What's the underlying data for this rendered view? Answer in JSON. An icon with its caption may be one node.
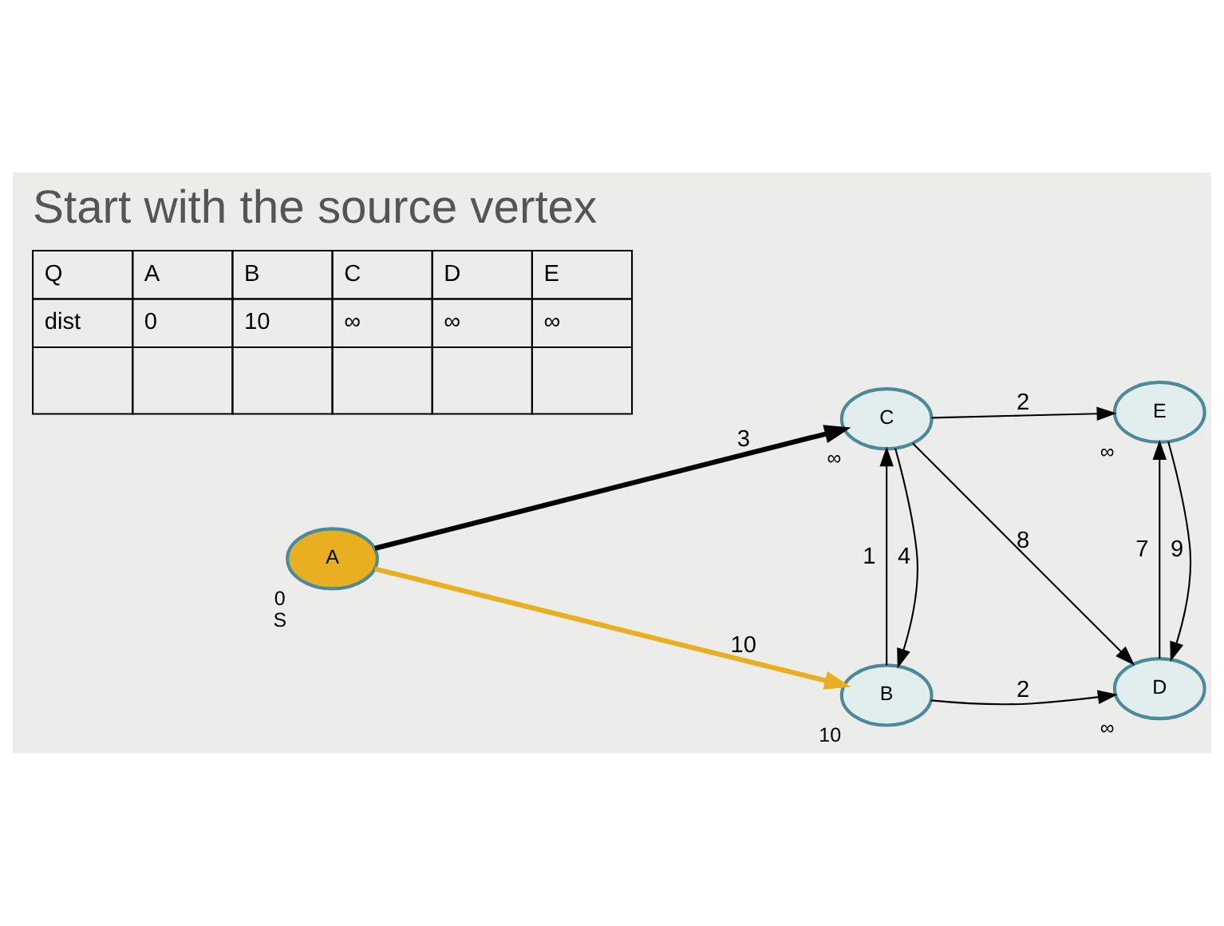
{
  "diagram": {
    "title": "Start with the source vertex",
    "nodes": [
      {
        "text": [
          "A"
        ],
        "beside": [
          "0",
          "S"
        ]
      },
      {
        "text": [
          "B"
        ],
        "beside": [
          "10"
        ]
      },
      {
        "text": [
          "C"
        ],
        "beside": [
          "∞"
        ]
      },
      {
        "text": [
          "D"
        ],
        "beside": [
          "∞"
        ]
      },
      {
        "text": [
          "E"
        ],
        "beside": [
          "∞"
        ]
      }
    ],
    "edges": [
      {
        "from": 0,
        "to": 1,
        "arrow": "to",
        "label": "10",
        "style": "thick",
        "color": "#e8b020"
      },
      {
        "from": 0,
        "to": 2,
        "arrow": "to",
        "label": "3",
        "style": "thick"
      },
      {
        "from": 1,
        "to": 3,
        "arrow": "to",
        "label": "2"
      },
      {
        "from": 1,
        "to": 2,
        "arrow": "to",
        "label": "1"
      },
      {
        "from": 2,
        "to": 1,
        "arrow": "to",
        "label": "4"
      },
      {
        "from": 2,
        "to": 3,
        "arrow": "to",
        "label": "8"
      },
      {
        "from": 2,
        "to": 4,
        "arrow": "to",
        "label": "2"
      },
      {
        "from": 3,
        "to": 4,
        "arrow": "to",
        "label": "7"
      },
      {
        "from": 4,
        "to": 3,
        "arrow": "to",
        "label": "9"
      }
    ],
    "labels": [
      "Q",
      "A",
      "B",
      "C",
      "D",
      "E",
      "dist",
      "0",
      "10",
      "∞",
      "∞",
      "∞"
    ]
  }
}
